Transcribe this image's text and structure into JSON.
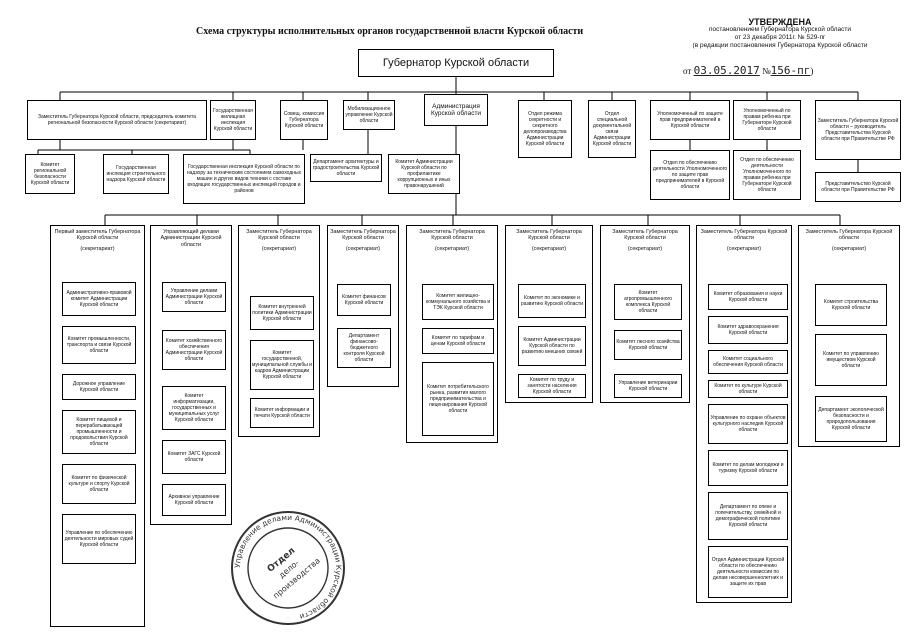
{
  "title": "Схема структуры исполнительных органов государственной власти Курской области",
  "approval": {
    "head": "УТВЕРЖДЕНА",
    "line1": "постановлением Губернатора Курской области",
    "line2": "от 23 декабря 2011г. № 529-пг",
    "line3": "(в редакции постановления Губернатора Курской области",
    "from_prefix": "от",
    "date_handwritten": "03.05.2017",
    "num_prefix": "№",
    "num_handwritten": "156-пг",
    "closing": ")"
  },
  "governor": "Губернатор Курской области",
  "row1": [
    "Заместитель Губернатора Курской области, председатель комитета региональной безопасности Курской области (секретариат)",
    "Государственная жилищная инспекция Курской области",
    "Совещ. комиссия Губернатора Курской области",
    "Мобилизационное управление Курской области",
    "Администрация Курской области",
    "Отдел режима секретности и секретного делопроизводства Администрации Курской области",
    "Отдел специальной документальной связи Администрации Курской области",
    "Уполномоченный по защите прав предпринимателей в Курской области",
    "Уполномоченный по правам ребенка при Губернаторе Курской области",
    "Заместитель Губернатора Курской области – руководитель Представительства Курской области при Правительстве РФ"
  ],
  "row2": [
    "Комитет региональной безопасности Курской области",
    "Государственная инспекция строительного надзора Курской области",
    "Государственная инспекция Курской области по надзору за техническим состоянием самоходных машин и других видов техники с составе входящих государственных инспекций городов и районов",
    "Департамент архитектуры и градостроительства Курской области",
    "Комитет Администрации Курской области по профилактике коррупционных и иных правонарушений",
    "Отдел по обеспечению деятельности Уполномоченного по защите прав предпринимателей в Курской области",
    "Отдел по обеспечению деятельности Уполномоченного по правам ребенка при Губернаторе Курской области",
    "Представительство Курской области при Правительстве РФ"
  ],
  "columns": [
    {
      "head": "Первый заместитель Губернатора Курской области",
      "sec": "(секретариат)",
      "items": [
        "Административно-правовой комитет Администрации Курской области",
        "Комитет промышленности, транспорта и связи Курской области",
        "Дорожное управление Курской области",
        "Комитет пищевой и перерабатывающей промышленности и продовольствия Курской области",
        "Комитет по физической культуре и спорту Курской области",
        "Управление по обеспечению деятельности мировых судей Курской области"
      ]
    },
    {
      "head": "Управляющий делами Администрации Курской области",
      "sec": "",
      "items": [
        "Управление делами Администрации Курской области",
        "Комитет хозяйственного обеспечения Администрации Курской области",
        "Комитет информатизации, государственных и муниципальных услуг Курской области",
        "Комитет ЗАГС Курской области",
        "Архивное управление Курской области"
      ]
    },
    {
      "head": "Заместитель Губернатора Курской области",
      "sec": "(секретариат)",
      "items": [
        "Комитет внутренней политики Администрации Курской области",
        "Комитет государственной, муниципальной службы и кадров Администрации Курской области",
        "Комитет информации и печати Курской области"
      ]
    },
    {
      "head": "Заместитель Губернатора Курской области",
      "sec": "(секретариат)",
      "items": [
        "Комитет финансов Курской области",
        "Департамент финансово-бюджетного контроля Курской области"
      ]
    },
    {
      "head": "Заместитель Губернатора Курской области",
      "sec": "(секретариат)",
      "items": [
        "Комитет жилищно-коммунального хозяйства и ТЭК Курской области",
        "Комитет по тарифам и ценам Курской области",
        "Комитет потребительского рынка, развития малого предпринимательства и лицензирования Курской области"
      ]
    },
    {
      "head": "Заместитель Губернатора Курской области",
      "sec": "(секретариат)",
      "items": [
        "Комитет по экономике и развитию Курской области",
        "Комитет Администрации Курской области по развитию внешних связей",
        "Комитет по труду и занятости населения Курской области"
      ]
    },
    {
      "head": "Заместитель Губернатора Курской области",
      "sec": "(секретариат)",
      "items": [
        "Комитет агропромышленного комплекса Курской области",
        "Комитет лесного хозяйства Курской области",
        "Управление ветеринарии Курской области"
      ]
    },
    {
      "head": "Заместитель Губернатора Курской области",
      "sec": "(секретариат)",
      "items": [
        "Комитет образования и науки Курской области",
        "Комитет здравоохранения Курской области",
        "Комитет социального обеспечения Курской области",
        "Комитет по культуре Курской области",
        "Управление по охране объектов культурного наследия Курской области",
        "Комитет по делам молодежи и туризму Курской области",
        "Департамент по опеке и попечительству, семейной и демографической политике Курской области",
        "Отдел Администрации Курской области по обеспечению деятельности комиссии по делам несовершеннолетних и защите их прав"
      ]
    },
    {
      "head": "Заместитель Губернатора Курской области",
      "sec": "(секретариат)",
      "items": [
        "Комитет строительства Курской области",
        "Комитет по управлению имуществом Курской области",
        "Департамент экологической безопасности и природопользования Курской области"
      ]
    }
  ],
  "stamp": {
    "ring": "Управление делами Администрации Курской области",
    "center": "Отдел делопроизводства"
  }
}
